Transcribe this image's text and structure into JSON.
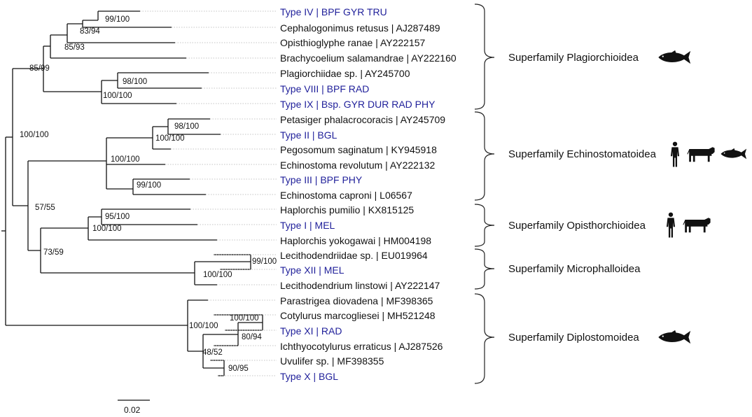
{
  "colors": {
    "type_text": "#1f1f9a",
    "ref_text": "#111111",
    "branch": "#111111",
    "leader": "#b3b3b3"
  },
  "taxa": [
    {
      "label": "Type IV | BPF GYR TRU",
      "kind": "type"
    },
    {
      "label": "Cephalogonimus retusus | AJ287489",
      "kind": "ref"
    },
    {
      "label": "Opisthioglyphe ranae | AY222157",
      "kind": "ref"
    },
    {
      "label": "Brachycoelium salamandrae | AY222160",
      "kind": "ref"
    },
    {
      "label": "Plagiorchiidae sp. | AY245700",
      "kind": "ref"
    },
    {
      "label": "Type VIII | BPF RAD",
      "kind": "type"
    },
    {
      "label": "Type IX | Bsp. GYR DUR RAD PHY",
      "kind": "type"
    },
    {
      "label": "Petasiger phalacrocoracis | AY245709",
      "kind": "ref"
    },
    {
      "label": "Type II | BGL",
      "kind": "type"
    },
    {
      "label": "Pegosomum saginatum | KY945918",
      "kind": "ref"
    },
    {
      "label": "Echinostoma revolutum | AY222132",
      "kind": "ref"
    },
    {
      "label": "Type III | BPF PHY",
      "kind": "type"
    },
    {
      "label": "Echinostoma caproni | L06567",
      "kind": "ref"
    },
    {
      "label": "Haplorchis pumilio | KX815125",
      "kind": "ref"
    },
    {
      "label": "Type I | MEL",
      "kind": "type"
    },
    {
      "label": "Haplorchis yokogawai | HM004198",
      "kind": "ref"
    },
    {
      "label": "Lecithodendriidae sp. | EU019964",
      "kind": "ref"
    },
    {
      "label": "Type XII | MEL",
      "kind": "type"
    },
    {
      "label": "Lecithodendrium linstowi | AY222147",
      "kind": "ref"
    },
    {
      "label": "Parastrigea diovadena | MF398365",
      "kind": "ref"
    },
    {
      "label": "Cotylurus marcogliesei | MH521248",
      "kind": "ref"
    },
    {
      "label": "Type XI | RAD",
      "kind": "type"
    },
    {
      "label": "Ichthyocotylurus erraticus | AJ287526",
      "kind": "ref"
    },
    {
      "label": "Uvulifer sp. | MF398355",
      "kind": "ref"
    },
    {
      "label": "Type X | BGL",
      "kind": "type"
    }
  ],
  "support_values": [
    "99/100",
    "83/94",
    "85/93",
    "85/99",
    "98/100",
    "100/100",
    "100/100",
    "98/100",
    "100/100",
    "100/100",
    "99/100",
    "57/55",
    "95/100",
    "100/100",
    "73/59",
    "99/100",
    "100/100",
    "100/100",
    "80/94",
    "100/100",
    "48/52",
    "90/95"
  ],
  "superfamilies": [
    {
      "label": "Superfamily Plagiorchioidea",
      "hosts": [
        "fish-icon"
      ]
    },
    {
      "label": "Superfamily Echinostomatoidea",
      "hosts": [
        "human-icon",
        "cow-icon",
        "fish-icon"
      ]
    },
    {
      "label": "Superfamily Opisthorchioidea",
      "hosts": [
        "human-icon",
        "cow-icon"
      ]
    },
    {
      "label": "Superfamily Microphalloidea",
      "hosts": []
    },
    {
      "label": "Superfamily Diplostomoidea",
      "hosts": [
        "fish-icon"
      ]
    }
  ],
  "scale_bar": {
    "label": "0.02"
  }
}
